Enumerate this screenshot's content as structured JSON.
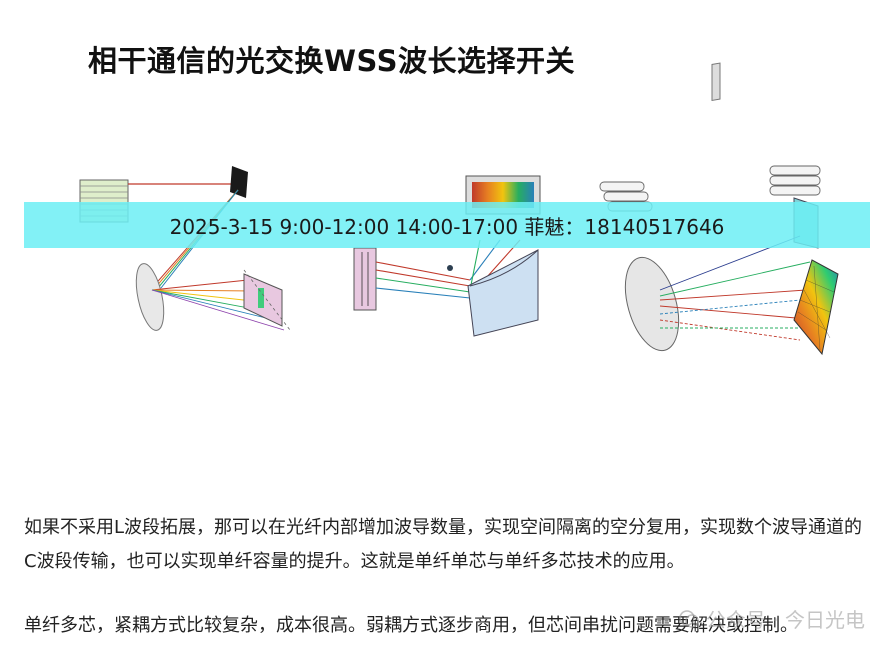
{
  "title": "相干通信的光交换WSS波长选择开关",
  "banner": {
    "text": "2025-3-15  9:00-12:00  14:00-17:00  菲魅：18140517646"
  },
  "paragraphs": [
    "如果不采用L波段拓展，那可以在光纤内部增加波导数量，实现空间隔离的空分复用，实现数个波导通道的C波段传输，也可以实现单纤容量的提升。这就是单纤单芯与单纤多芯技术的应用。",
    "单纤多芯，紧耦方式比较复杂，成本很高。弱耦方式逐步商用，但芯间串扰问题需要解决或控制。"
  ],
  "watermark": {
    "text": "公众号 · 今日光电",
    "icon": "wechat-icon"
  }
}
